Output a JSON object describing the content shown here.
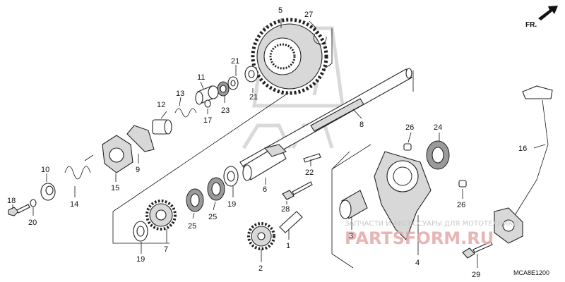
{
  "diagram": {
    "orientation_label": "FR.",
    "drawing_code": "MCA8E1200",
    "watermark_text": "ЗАПЧАСТИ И АКСЕССУАРЫ ДЛЯ МОТОТЕХНИКИ",
    "watermark_brand": "PARTSFORM.RU",
    "callouts": {
      "c1": "1",
      "c2": "2",
      "c3": "3",
      "c4": "4",
      "c5": "5",
      "c6": "6",
      "c7": "7",
      "c8": "8",
      "c9": "9",
      "c10": "10",
      "c11": "11",
      "c12": "12",
      "c13": "13",
      "c14": "14",
      "c15": "15",
      "c16": "16",
      "c17": "17",
      "c18": "18",
      "c19a": "19",
      "c19b": "19",
      "c20": "20",
      "c21a": "21",
      "c21b": "21",
      "c22": "22",
      "c23": "23",
      "c24": "24",
      "c25a": "25",
      "c25b": "25",
      "c26a": "26",
      "c26b": "26",
      "c27": "27",
      "c28": "28",
      "c29": "29"
    }
  }
}
